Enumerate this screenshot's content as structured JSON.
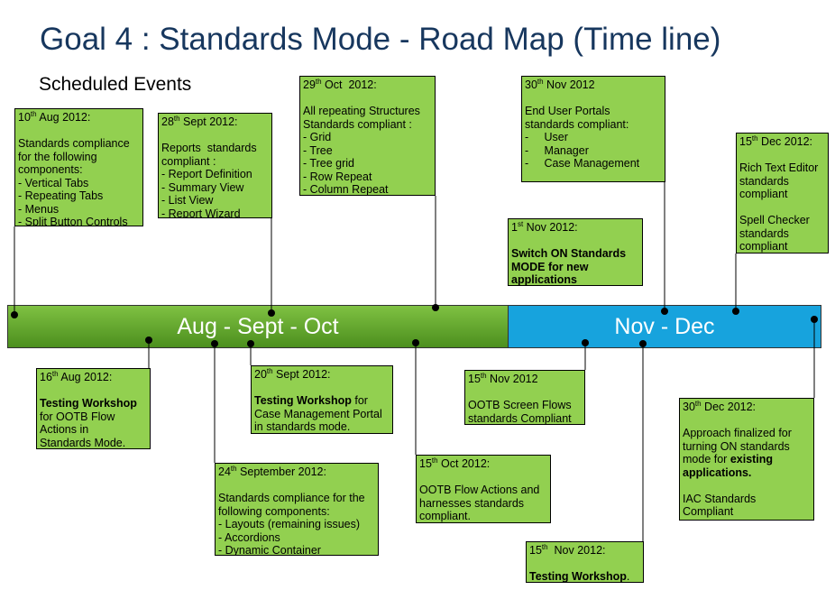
{
  "title": "Goal 4 : Standards Mode -  Road Map (Time line)",
  "subtitle": "Scheduled Events",
  "bands": {
    "aug_oct": "Aug - Sept - Oct",
    "nov_dec": "Nov - Dec"
  },
  "colors": {
    "title": "#17375e",
    "box_fill": "#92d050",
    "band_green": "#5aa02a",
    "band_blue": "#17a3dd"
  },
  "events": [
    {
      "id": "aug10",
      "lines": [
        {
          "t": "10",
          "sup": "th",
          "r": " Aug 2012:"
        },
        {
          "t": ""
        },
        {
          "t": "Standards compliance"
        },
        {
          "t": "for the following"
        },
        {
          "t": "components:"
        },
        {
          "t": "- Vertical Tabs"
        },
        {
          "t": "- Repeating Tabs"
        },
        {
          "t": "- Menus"
        },
        {
          "t": "- Split Button Controls"
        }
      ]
    },
    {
      "id": "sep28",
      "lines": [
        {
          "t": "28",
          "sup": "th",
          "r": " Sept 2012:"
        },
        {
          "t": ""
        },
        {
          "t": "Reports  standards"
        },
        {
          "t": "compliant :"
        },
        {
          "t": "- Report Definition"
        },
        {
          "t": "- Summary View"
        },
        {
          "t": "- List View"
        },
        {
          "t": "- Report Wizard"
        }
      ]
    },
    {
      "id": "oct29",
      "lines": [
        {
          "t": "29",
          "sup": "th",
          "r": " Oct  2012:"
        },
        {
          "t": ""
        },
        {
          "t": "All repeating Structures"
        },
        {
          "t": "Standards compliant :"
        },
        {
          "t": "- Grid"
        },
        {
          "t": "- Tree"
        },
        {
          "t": "- Tree grid"
        },
        {
          "t": "- Row Repeat"
        },
        {
          "t": "- Column Repeat"
        }
      ]
    },
    {
      "id": "nov30",
      "lines": [
        {
          "t": "30",
          "sup": "th",
          "r": " Nov 2012"
        },
        {
          "t": ""
        },
        {
          "t": "End User Portals"
        },
        {
          "t": "standards compliant:"
        },
        {
          "t": "-     User"
        },
        {
          "t": "-     Manager"
        },
        {
          "t": "-     Case Management"
        }
      ]
    },
    {
      "id": "nov1",
      "lines": [
        {
          "t": "1",
          "sup": "st",
          "r": " Nov 2012:"
        },
        {
          "t": ""
        },
        {
          "t": "Switch ON Standards",
          "b": true
        },
        {
          "t": "MODE for new",
          "b": true
        },
        {
          "t": "applications",
          "b": true
        }
      ]
    },
    {
      "id": "dec15",
      "lines": [
        {
          "t": "15",
          "sup": "th",
          "r": " Dec 2012:"
        },
        {
          "t": ""
        },
        {
          "t": "Rich Text Editor"
        },
        {
          "t": "standards"
        },
        {
          "t": "compliant"
        },
        {
          "t": ""
        },
        {
          "t": "Spell Checker"
        },
        {
          "t": "standards"
        },
        {
          "t": "compliant"
        }
      ]
    },
    {
      "id": "aug16",
      "lines": [
        {
          "t": "16",
          "sup": "th",
          "r": " Aug 2012:"
        },
        {
          "t": ""
        },
        {
          "t": "Testing Workshop",
          "b": true
        },
        {
          "t": "for OOTB Flow"
        },
        {
          "t": "Actions in"
        },
        {
          "t": "Standards Mode."
        }
      ]
    },
    {
      "id": "sep20",
      "lines": [
        {
          "t": "20",
          "sup": "th",
          "r": " Sept 2012:"
        },
        {
          "t": ""
        },
        {
          "t": "Testing Workshop",
          "b": true,
          "r": " for"
        },
        {
          "t": "Case Management Portal"
        },
        {
          "t": "in standards mode."
        }
      ]
    },
    {
      "id": "sep24",
      "lines": [
        {
          "t": "24",
          "sup": "th",
          "r": " September 2012:"
        },
        {
          "t": ""
        },
        {
          "t": "Standards compliance for the"
        },
        {
          "t": "following components:"
        },
        {
          "t": "- Layouts (remaining issues)"
        },
        {
          "t": "- Accordions"
        },
        {
          "t": "- Dynamic Container"
        }
      ]
    },
    {
      "id": "oct15",
      "lines": [
        {
          "t": "15",
          "sup": "th",
          "r": " Oct 2012:"
        },
        {
          "t": ""
        },
        {
          "t": "OOTB Flow Actions and"
        },
        {
          "t": "harnesses standards"
        },
        {
          "t": "compliant."
        }
      ]
    },
    {
      "id": "nov15a",
      "lines": [
        {
          "t": "15",
          "sup": "th",
          "r": " Nov 2012"
        },
        {
          "t": ""
        },
        {
          "t": "OOTB Screen Flows"
        },
        {
          "t": "standards Compliant"
        }
      ]
    },
    {
      "id": "nov15b",
      "lines": [
        {
          "t": "15",
          "sup": "th",
          "r": "  Nov 2012:"
        },
        {
          "t": ""
        },
        {
          "t": "Testing Workshop",
          "b": true,
          "r": "."
        }
      ]
    },
    {
      "id": "dec30",
      "lines": [
        {
          "t": "30",
          "sup": "th",
          "r": " Dec 2012:"
        },
        {
          "t": ""
        },
        {
          "t": "Approach finalized for"
        },
        {
          "t": "turning ON standards"
        },
        {
          "t": "mode for ",
          "r2": "existing",
          "r2b": true
        },
        {
          "t": "applications.",
          "b": true
        },
        {
          "t": ""
        },
        {
          "t": "IAC Standards"
        },
        {
          "t": "Compliant"
        }
      ]
    }
  ]
}
